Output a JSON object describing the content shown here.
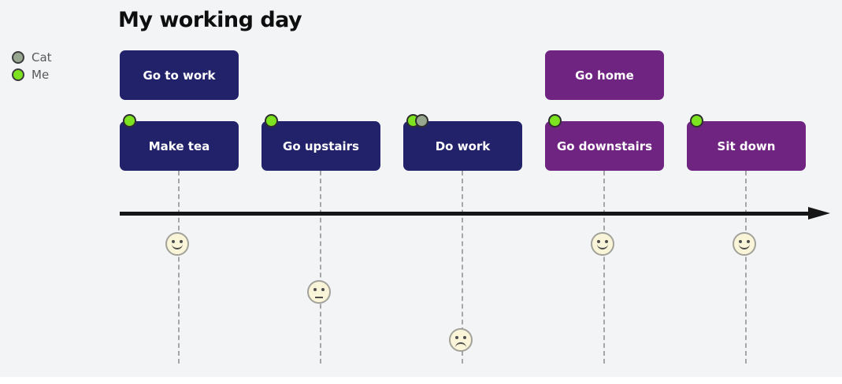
{
  "title": "My working day",
  "legend": {
    "items": [
      {
        "label": "Cat",
        "color": "#96a68f"
      },
      {
        "label": "Me",
        "color": "#7de321"
      }
    ]
  },
  "colors": {
    "background": "#f2f4f6",
    "navy_box": "#22226b",
    "purple_box": "#702482",
    "me_dot": "#7de321",
    "cat_dot": "#96a68f",
    "axis": "#161616",
    "drop_line": "#a6a6a6",
    "face_fill": "#faf5d8"
  },
  "timeline": {
    "events": [
      {
        "label": "Go to work",
        "row": "top",
        "color": "navy",
        "participants": []
      },
      {
        "label": "Make tea",
        "row": "bottom",
        "color": "navy",
        "participants": [
          "Me"
        ]
      },
      {
        "label": "Go upstairs",
        "row": "bottom",
        "color": "navy",
        "participants": [
          "Me"
        ]
      },
      {
        "label": "Do work",
        "row": "bottom",
        "color": "navy",
        "participants": [
          "Me",
          "Cat"
        ]
      },
      {
        "label": "Go home",
        "row": "top",
        "color": "purple",
        "participants": []
      },
      {
        "label": "Go downstairs",
        "row": "bottom",
        "color": "purple",
        "participants": [
          "Me"
        ]
      },
      {
        "label": "Sit down",
        "row": "bottom",
        "color": "purple",
        "participants": [
          "Me"
        ]
      }
    ],
    "faces": [
      {
        "mood": "happy",
        "below_event": "Make tea",
        "depth_level": 1
      },
      {
        "mood": "neutral",
        "below_event": "Go upstairs",
        "depth_level": 2
      },
      {
        "mood": "sad",
        "below_event": "Do work",
        "depth_level": 3
      },
      {
        "mood": "happy",
        "below_event": "Go downstairs",
        "depth_level": 1
      },
      {
        "mood": "happy",
        "below_event": "Sit down",
        "depth_level": 1
      }
    ]
  }
}
